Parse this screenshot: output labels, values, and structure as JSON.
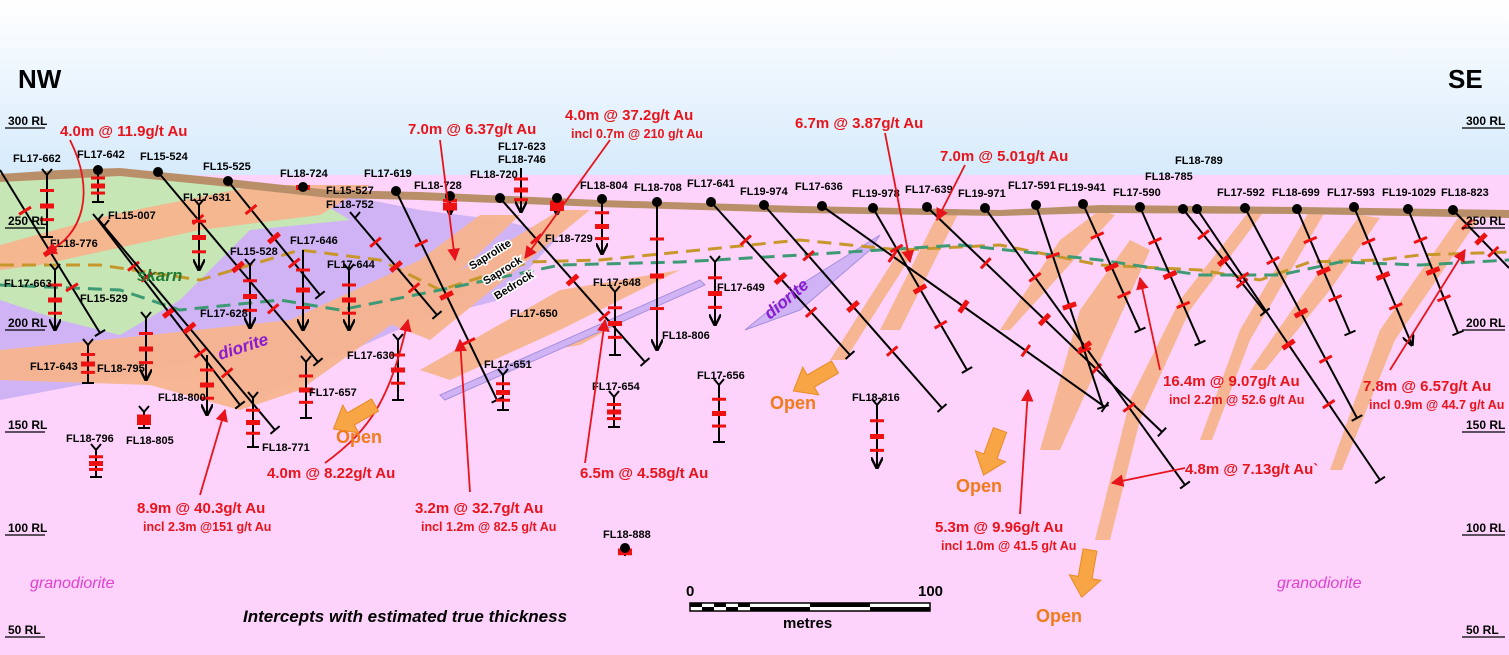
{
  "orientation": {
    "left": "NW",
    "right": "SE"
  },
  "rl_levels": [
    "300 RL",
    "250 RL",
    "200 RL",
    "150 RL",
    "100 RL",
    "50 RL"
  ],
  "rock_units": {
    "skarn": "skarn",
    "diorite_1": "diorite",
    "diorite_2": "diorite",
    "granodiorite_left": "granodiorite",
    "granodiorite_right": "granodiorite"
  },
  "weathering": {
    "saprolite": "Saprolite",
    "saprock": "Saprock",
    "bedrock": "Bedrock"
  },
  "drill_holes": [
    "FL17-662",
    "FL17-642",
    "FL15-524",
    "FL15-525",
    "FL18-724",
    "FL17-619",
    "FL18-728",
    "FL17-623",
    "FL18-746",
    "FL18-720",
    "FL18-804",
    "FL18-729",
    "FL18-708",
    "FL17-641",
    "FL19-974",
    "FL17-636",
    "FL19-978",
    "FL17-639",
    "FL19-971",
    "FL17-591",
    "FL19-941",
    "FL17-590",
    "FL18-785",
    "FL18-789",
    "FL17-592",
    "FL18-699",
    "FL17-593",
    "FL19-1029",
    "FL18-823",
    "FL18-776",
    "FL15-007",
    "FL17-663",
    "FL15-529",
    "FL17-643",
    "FL18-795",
    "FL18-800",
    "FL18-796",
    "FL18-805",
    "FL18-771",
    "FL17-657",
    "FL17-631",
    "FL15-528",
    "FL17-646",
    "FL17-628",
    "FL17-644",
    "FL15-527",
    "FL18-752",
    "FL17-630",
    "FL17-651",
    "FL17-650",
    "FL17-648",
    "FL17-649",
    "FL17-654",
    "FL17-656",
    "FL18-806",
    "FL18-816",
    "FL18-888"
  ],
  "intercepts": [
    {
      "main": "4.0m @ 11.9g/t Au"
    },
    {
      "main": "7.0m @ 6.37g/t Au"
    },
    {
      "main": "4.0m @ 37.2g/t Au",
      "incl": "incl 0.7m @ 210 g/t Au"
    },
    {
      "main": "6.7m @ 3.87g/t Au"
    },
    {
      "main": "7.0m @ 5.01g/t Au"
    },
    {
      "main": "16.4m @ 9.07g/t Au",
      "incl": "incl 2.2m @ 52.6 g/t Au"
    },
    {
      "main": "7.8m @ 6.57g/t Au",
      "incl": "incl 0.9m @ 44.7 g/t Au"
    },
    {
      "main": "4.0m @ 8.22g/t Au"
    },
    {
      "main": "3.2m @ 32.7g/t Au",
      "incl": "incl 1.2m @ 82.5 g/t Au"
    },
    {
      "main": "6.5m @ 4.58g/t Au"
    },
    {
      "main": "8.9m @ 40.3g/t Au",
      "incl": "incl 2.3m @151 g/t Au"
    },
    {
      "main": "4.8m @ 7.13g/t Au`"
    },
    {
      "main": "5.3m @ 9.96g/t Au",
      "incl": "incl 1.0m @ 41.5 g/t Au"
    }
  ],
  "open_label": "Open",
  "note": "Intercepts with estimated true thickness",
  "scale_bar": {
    "start": "0",
    "end": "100",
    "unit": "metres"
  },
  "colors": {
    "granodiorite": "#fdd3fb",
    "skarn": "#c6e6b6",
    "diorite": "#cfb3f5",
    "vein": "#f7b58e",
    "cover": "#b98f6a",
    "intercept": "#ee1111",
    "open_arrow": "#f7a545"
  }
}
